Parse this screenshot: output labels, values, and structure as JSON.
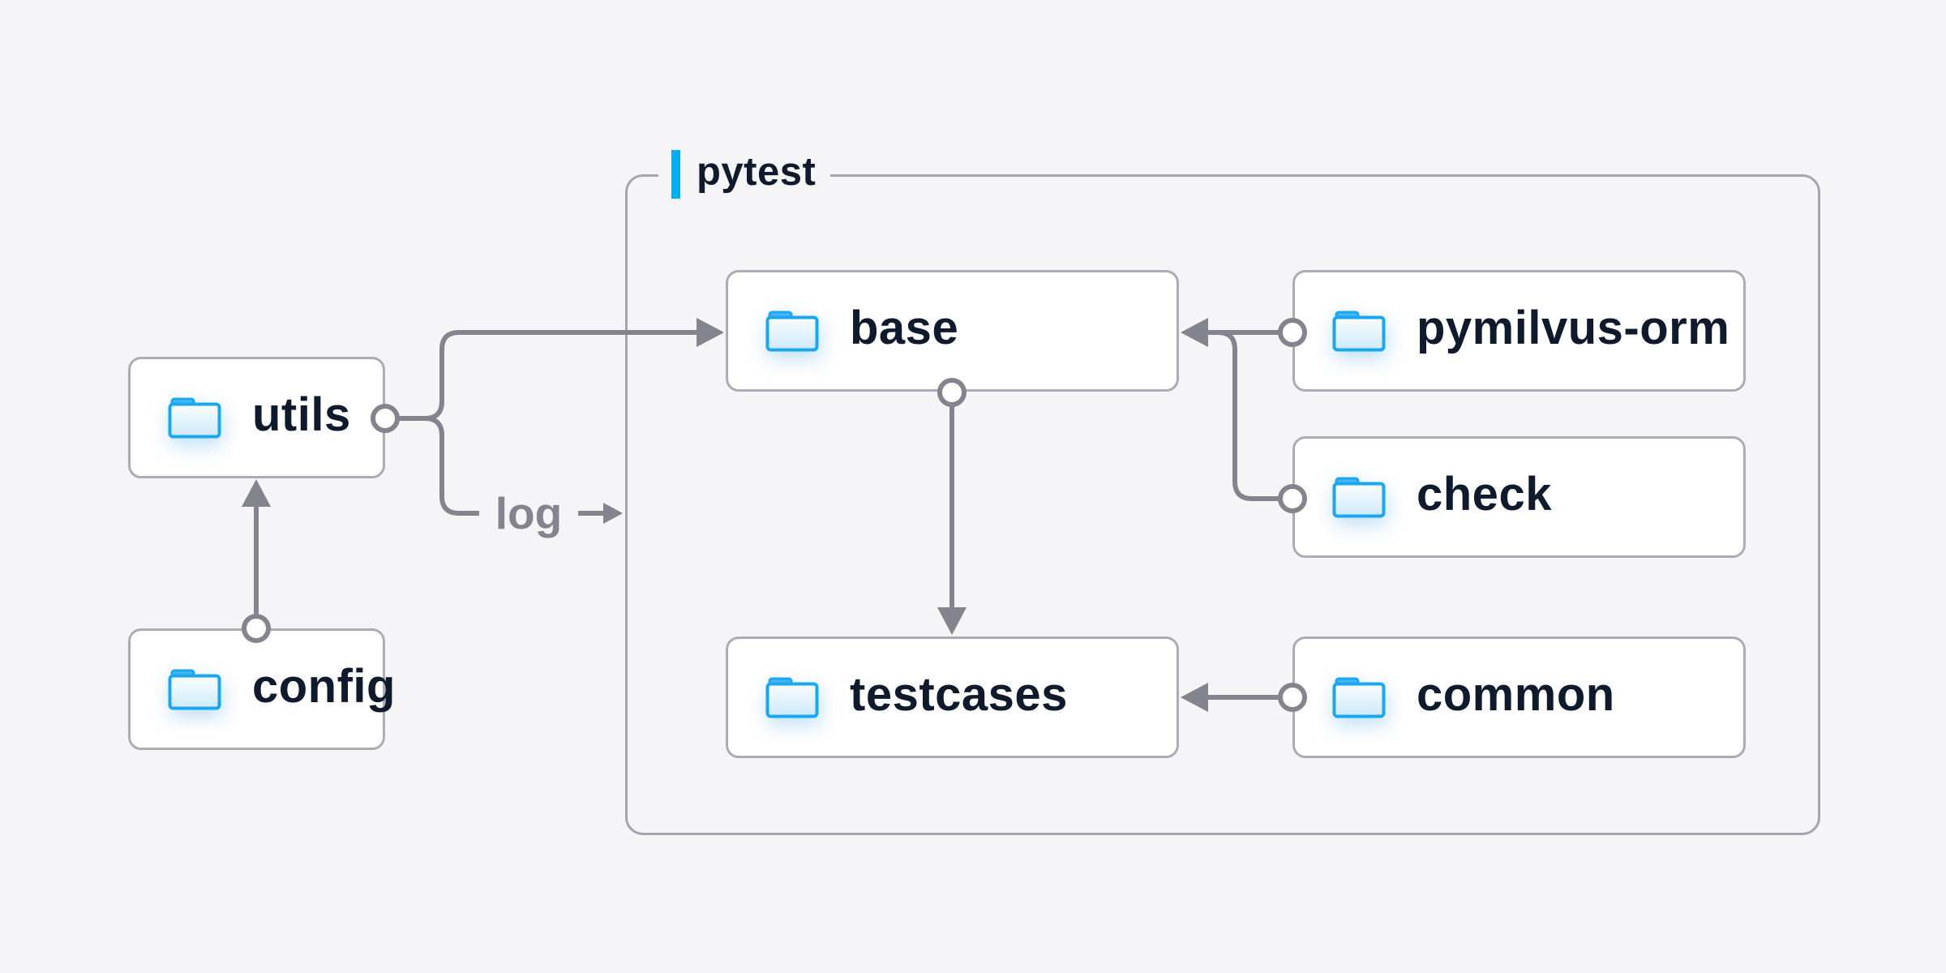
{
  "diagram": {
    "container_label": "pytest",
    "log_label": "log",
    "nodes": [
      {
        "id": "utils",
        "label": "utils",
        "icon": "folder-icon"
      },
      {
        "id": "config",
        "label": "config",
        "icon": "folder-icon"
      },
      {
        "id": "base",
        "label": "base",
        "icon": "folder-icon"
      },
      {
        "id": "pymilvus-orm",
        "label": "pymilvus-orm",
        "icon": "folder-icon"
      },
      {
        "id": "check",
        "label": "check",
        "icon": "folder-icon"
      },
      {
        "id": "testcases",
        "label": "testcases",
        "icon": "folder-icon"
      },
      {
        "id": "common",
        "label": "common",
        "icon": "folder-icon"
      }
    ],
    "edges": [
      {
        "from": "config",
        "to": "utils",
        "style": "arrow-into-utils-bottom"
      },
      {
        "from": "utils",
        "to": "base",
        "style": "arrow-into-base-left"
      },
      {
        "from": "utils",
        "to": "pytest",
        "label": "log",
        "style": "arrow-into-pytest-border"
      },
      {
        "from": "pymilvus-orm",
        "to": "base",
        "style": "arrow-into-base-right"
      },
      {
        "from": "check",
        "to": "base",
        "style": "merges-into-base-right"
      },
      {
        "from": "base",
        "to": "testcases",
        "style": "arrow-into-testcases-top"
      },
      {
        "from": "common",
        "to": "testcases",
        "style": "arrow-into-testcases-right"
      }
    ],
    "colors": {
      "background": "#f5f5f7",
      "accent_blue": "#00abf2",
      "folder_blue": "#1aa7f0",
      "line_gray": "#84848e",
      "box_border_gray": "#abacb6",
      "text_navy": "#0f1b2d"
    }
  }
}
